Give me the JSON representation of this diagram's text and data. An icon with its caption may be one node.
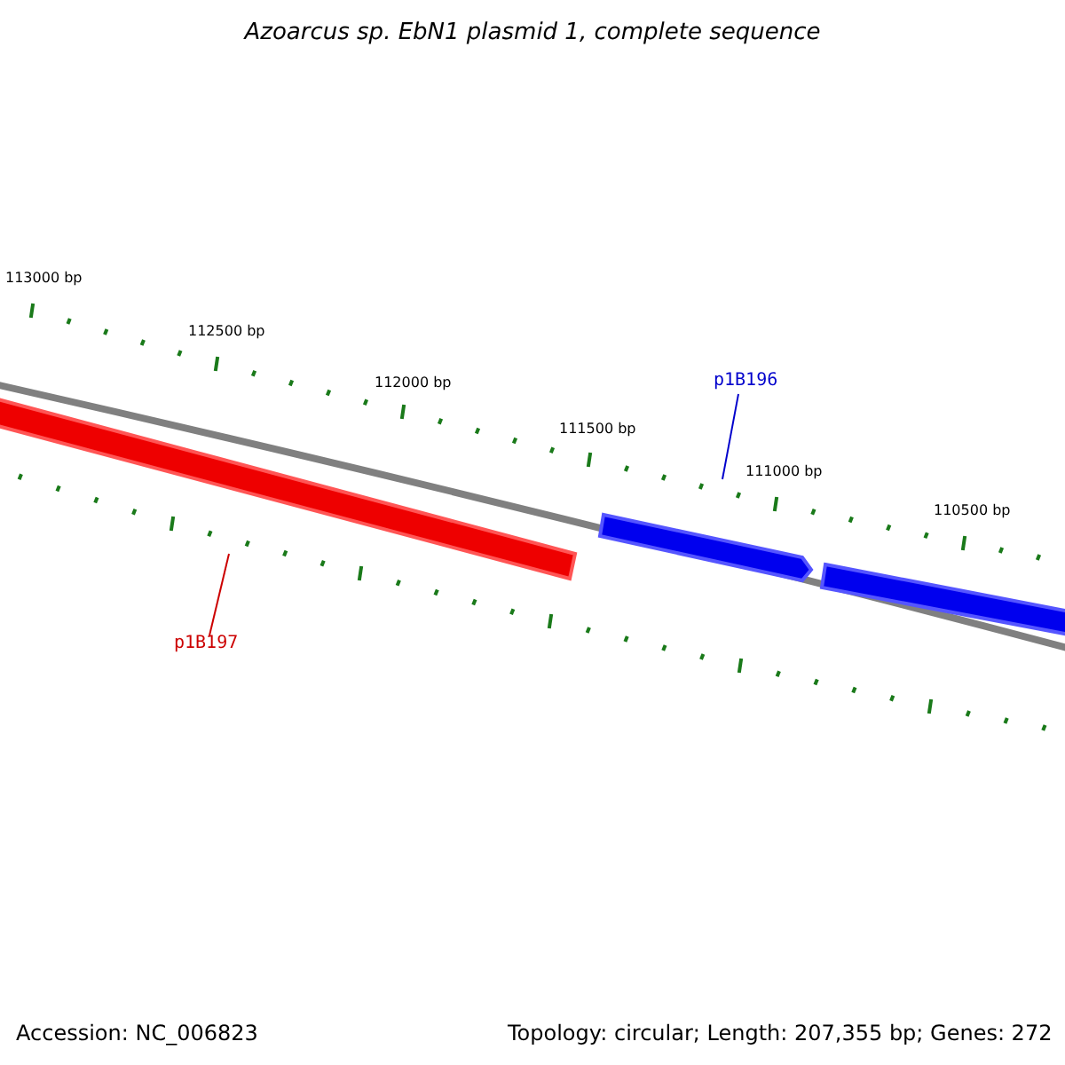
{
  "diagram": {
    "title": "Azoarcus sp. EbN1 plasmid 1, complete sequence",
    "nodes": [
      {
        "text": [
          "p1B196"
        ]
      },
      {
        "text": [],
        "shape": "bar"
      },
      {
        "text": [],
        "shape": "bar"
      },
      {
        "text": [
          "p1B197"
        ]
      },
      {
        "text": [],
        "shape": "bar"
      }
    ],
    "edges": [
      {
        "from": 0,
        "to": 1,
        "arrow": "none",
        "color": "#0000cc"
      },
      {
        "from": 3,
        "to": 4,
        "arrow": "none",
        "color": "#cc0000"
      }
    ],
    "labels": [
      "113000 bp",
      "112500 bp",
      "112000 bp",
      "111500 bp",
      "111000 bp",
      "110500 bp",
      "Accession: NC_006823",
      "Topology: circular; Length: 207,355 bp; Genes: 272"
    ]
  }
}
